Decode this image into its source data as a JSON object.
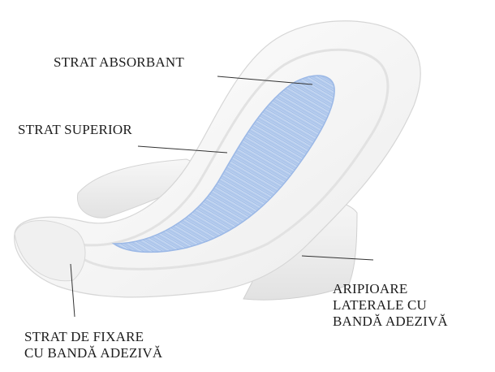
{
  "labels": {
    "absorbent_layer": "STRAT ABSORBANT",
    "top_layer": "STRAT SUPERIOR",
    "side_wings": "ARIPIOARE\nLATERALE CU\nBANDĂ ADEZIVĂ",
    "backing_layer": "STRAT DE FIXARE\nCU BANDĂ ADEZIVĂ"
  },
  "colors": {
    "pad_white": "#fafafa",
    "pad_shadow": "#d8d8d8",
    "absorbent_blue": "#a9c3ea",
    "absorbent_light": "#d9e6f8",
    "leader_line": "#333333"
  }
}
